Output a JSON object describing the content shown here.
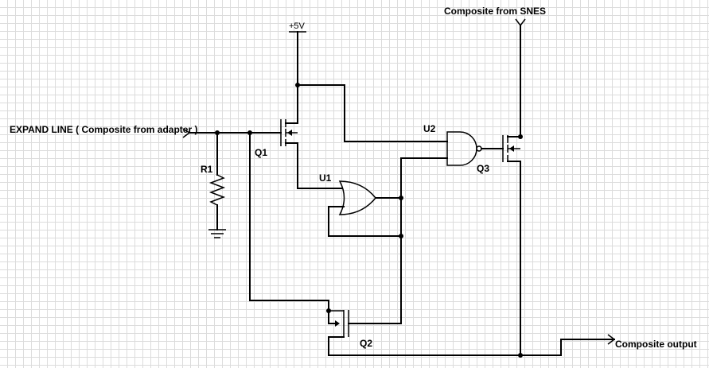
{
  "labels": {
    "expand_line": "EXPAND LINE ( Composite from adapter )",
    "composite_snes": "Composite from SNES",
    "composite_output": "Composite output",
    "vcc": "+5V",
    "r1": "R1",
    "q1": "Q1",
    "q2": "Q2",
    "q3": "Q3",
    "u1": "U1",
    "u2": "U2"
  }
}
